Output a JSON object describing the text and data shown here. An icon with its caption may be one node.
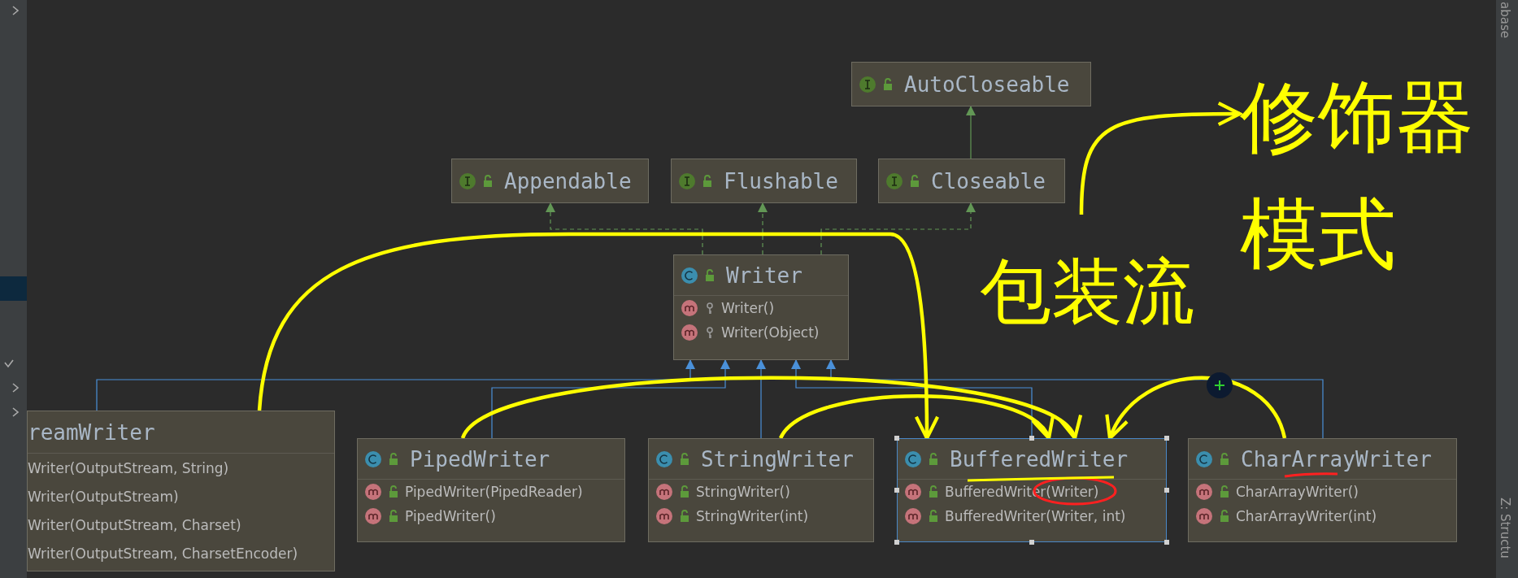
{
  "diagram": {
    "nodes": [
      {
        "text": [
          "AutoCloseable"
        ]
      },
      {
        "text": [
          "Appendable"
        ]
      },
      {
        "text": [
          "Flushable"
        ]
      },
      {
        "text": [
          "Closeable"
        ]
      },
      {
        "text": [
          "Writer",
          "Writer()",
          "Writer(Object)"
        ]
      },
      {
        "text": [
          "reamWriter",
          "Writer(OutputStream, String)",
          "Writer(OutputStream)",
          "Writer(OutputStream, Charset)",
          "Writer(OutputStream, CharsetEncoder)"
        ]
      },
      {
        "text": [
          "PipedWriter",
          "PipedWriter(PipedReader)",
          "PipedWriter()"
        ]
      },
      {
        "text": [
          "StringWriter",
          "StringWriter()",
          "StringWriter(int)"
        ]
      },
      {
        "text": [
          "BufferedWriter",
          "BufferedWriter(Writer)",
          "BufferedWriter(Writer, int)"
        ]
      },
      {
        "text": [
          "CharArrayWriter",
          "CharArrayWriter()",
          "CharArrayWriter(int)"
        ]
      },
      {
        "text": [
          "修饰器模式"
        ]
      }
    ],
    "edges": [
      {
        "from": 3,
        "to": 0,
        "arrow": "to",
        "color": "#629755"
      },
      {
        "from": 4,
        "to": 1,
        "arrow": "to",
        "style": "dashed",
        "color": "#629755"
      },
      {
        "from": 4,
        "to": 2,
        "arrow": "to",
        "style": "dashed",
        "color": "#629755"
      },
      {
        "from": 4,
        "to": 3,
        "arrow": "to",
        "style": "dashed",
        "color": "#629755"
      },
      {
        "from": 5,
        "to": 4,
        "arrow": "to"
      },
      {
        "from": 6,
        "to": 4,
        "arrow": "to"
      },
      {
        "from": 7,
        "to": 4,
        "arrow": "to"
      },
      {
        "from": 8,
        "to": 4,
        "arrow": "to"
      },
      {
        "from": 9,
        "to": 4,
        "arrow": "to"
      },
      {
        "from": 5,
        "to": 8,
        "arrow": "to",
        "style": "thick",
        "color": "#ffff00"
      },
      {
        "from": 6,
        "to": 8,
        "arrow": "to",
        "style": "thick",
        "color": "#ffff00"
      },
      {
        "from": 7,
        "to": 8,
        "arrow": "to",
        "style": "thick",
        "color": "#ffff00"
      },
      {
        "from": 9,
        "to": 8,
        "arrow": "to",
        "style": "thick",
        "color": "#ffff00"
      },
      {
        "from": null,
        "to": 10,
        "arrow": "to",
        "style": "thick",
        "color": "#ffff00"
      }
    ],
    "labels": [
      "abase",
      "包装流",
      "Z: Structu"
    ]
  }
}
